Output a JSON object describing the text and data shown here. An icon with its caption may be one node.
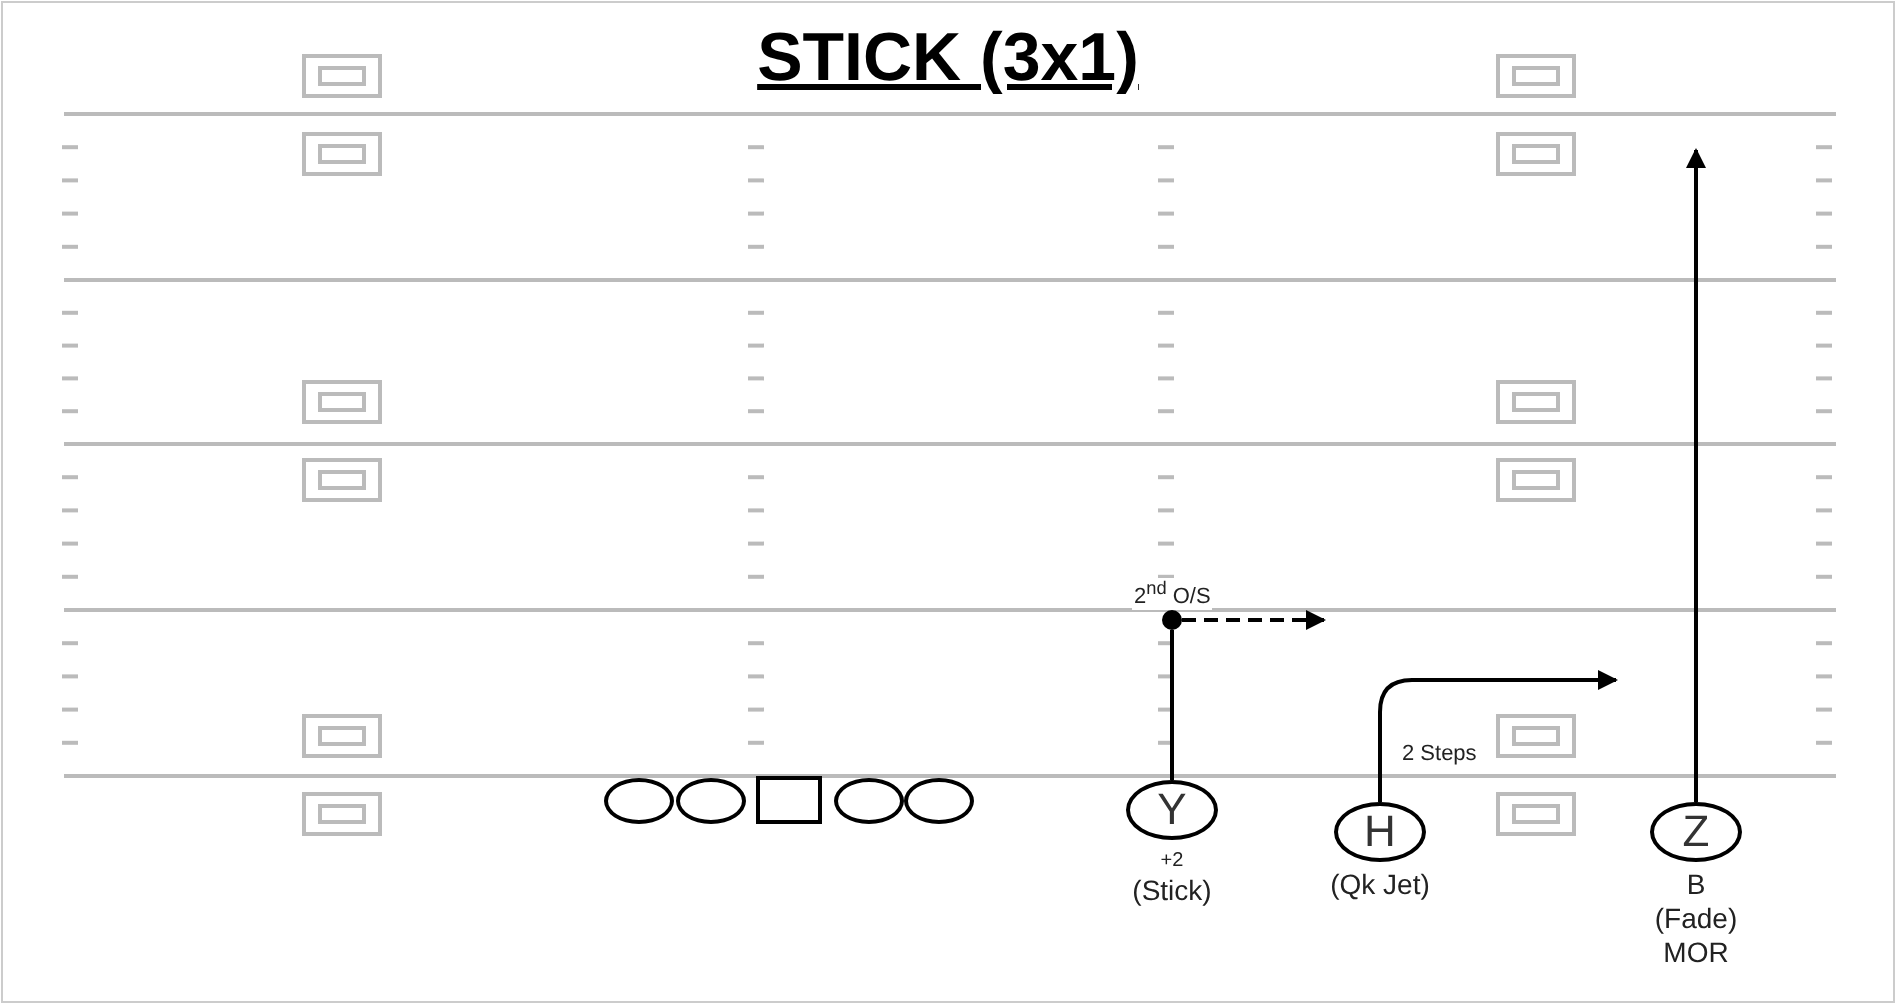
{
  "diagram": {
    "title": "STICK (3x1)",
    "nodes": [
      {
        "text": [],
        "shape": "ellipse"
      },
      {
        "text": [],
        "shape": "ellipse"
      },
      {
        "text": [],
        "shape": "box"
      },
      {
        "text": [],
        "shape": "ellipse"
      },
      {
        "text": [],
        "shape": "ellipse"
      },
      {
        "text": [
          "Y"
        ],
        "beside": [
          "+2",
          "(Stick)"
        ]
      },
      {
        "text": [
          "H"
        ],
        "beside": [
          "(Qk Jet)"
        ]
      },
      {
        "text": [
          "Z"
        ],
        "beside": [
          "B",
          "(Fade)",
          "MOR"
        ]
      },
      {
        "text": [],
        "shape": "circle"
      }
    ],
    "edges": [
      {
        "from": 5,
        "to": 8,
        "arrow": "none"
      },
      {
        "from": 8,
        "to": null,
        "arrow": "to",
        "style": "dashed",
        "label": "2$^{nd}$ O/S"
      },
      {
        "from": 6,
        "to": null,
        "arrow": "to",
        "label": "2 Steps"
      },
      {
        "from": 7,
        "to": null,
        "arrow": "to"
      }
    ]
  }
}
